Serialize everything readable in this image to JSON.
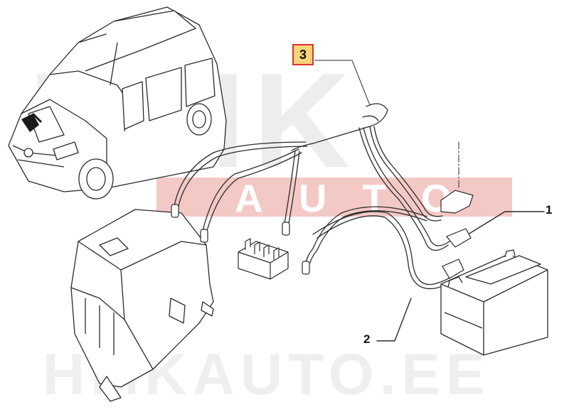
{
  "watermark": {
    "logo_text": "HMK",
    "band_text": "AUTO",
    "url_text": "HMKAUTO.EE",
    "color": "#e6e6e6",
    "band_color": "#d9342b"
  },
  "callouts": {
    "highlighted": "3",
    "part_1": "1",
    "part_2": "2"
  },
  "colors": {
    "line": "#2a2a2a",
    "callout_fill": "#f8d37a",
    "callout_border": "#d9342b"
  },
  "icons": [
    "van-illustration",
    "fuse-box",
    "relay-connector",
    "battery",
    "cable-harness",
    "terminal-clamp"
  ]
}
